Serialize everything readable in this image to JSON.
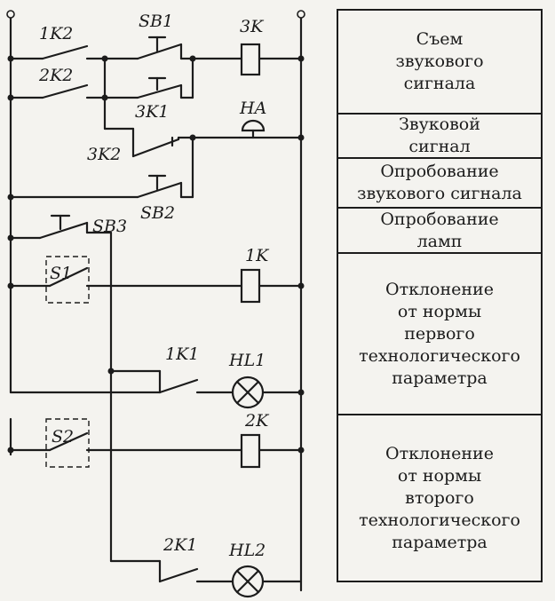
{
  "labels": {
    "k1_contact": "1K2",
    "k2_contact": "2K2",
    "sb1": "SB1",
    "k3_hold": "3K1",
    "k3_coil": "3K",
    "ha": "HA",
    "k3_nc": "3K2",
    "sb2": "SB2",
    "sb3": "SB3",
    "s1": "S1",
    "k1_coil": "1K",
    "k1_lamp_contact": "1K1",
    "hl1": "HL1",
    "s2": "S2",
    "k2_coil": "2K",
    "k2_lamp_contact": "2K1",
    "hl2": "HL2"
  },
  "legend": [
    "Съем\nзвукового\nсигнала",
    "Звуковой\nсигнал",
    "Опробование\nзвукового сигнала",
    "Опробование\nламп",
    "Отклонение\nот нормы\nпервого\nтехнологического\nпараметра",
    "Отклонение\nот нормы\nвторого\nтехнологического\nпараметра"
  ]
}
